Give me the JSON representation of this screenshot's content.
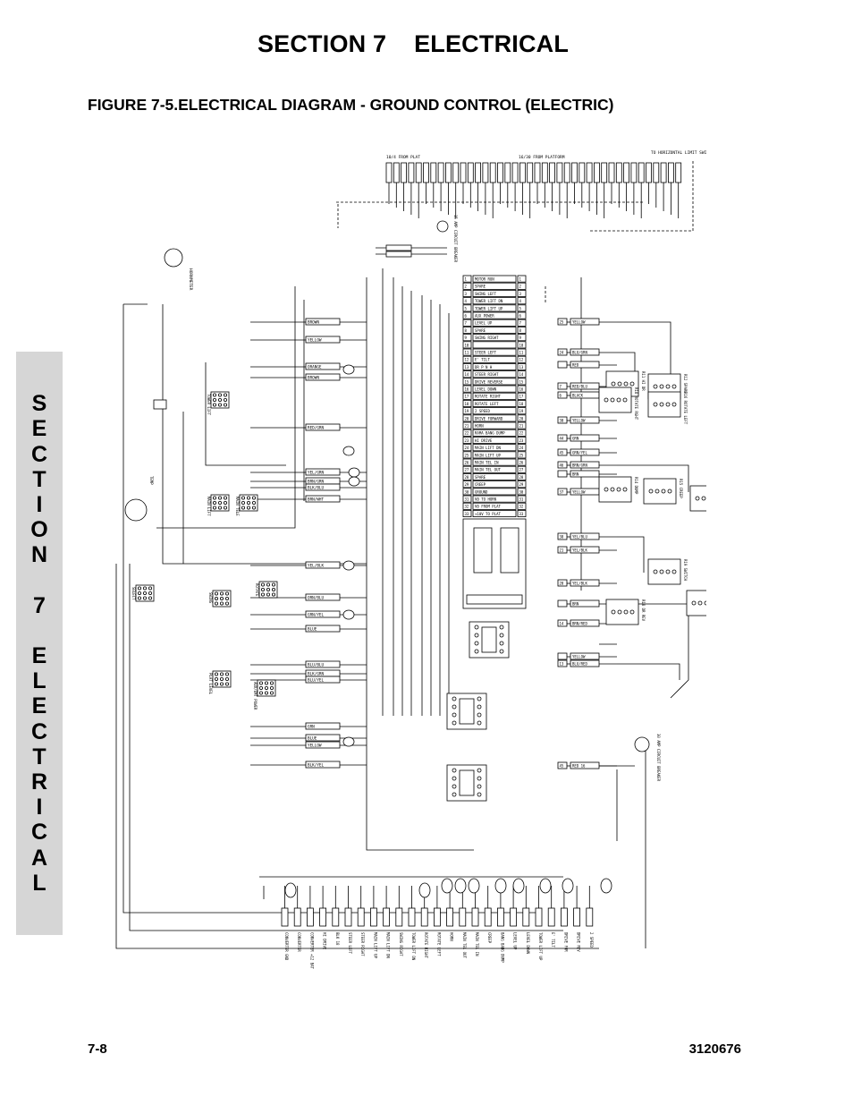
{
  "header": {
    "section_title": "SECTION 7    ELECTRICAL",
    "figure_title": "FIGURE 7-5.ELECTRICAL DIAGRAM - GROUND CONTROL (ELECTRIC)"
  },
  "side_tab": {
    "letters": [
      "S",
      "E",
      "C",
      "T",
      "I",
      "O",
      "N",
      "",
      "7",
      "",
      "E",
      "L",
      "E",
      "C",
      "T",
      "R",
      "I",
      "C",
      "A",
      "L"
    ]
  },
  "footer": {
    "page_number": "7-8",
    "document_number": "3120676"
  },
  "diagram": {
    "top_labels": {
      "from_plat": "10/4 FROM PLAT",
      "from_platform": "16/30 FROM PLATFORM",
      "limit_switch": "TO HORIZONTAL LIMIT SWITCH"
    },
    "breaker_15": "15 AMP CIRCUIT BREAKER",
    "breaker_30": "30 AMP CIRCUIT BREAKER",
    "terminal_strip": [
      {
        "n": "1",
        "label": "MOTOR RUN"
      },
      {
        "n": "2",
        "label": "SPARE"
      },
      {
        "n": "3",
        "label": "SWING LEFT"
      },
      {
        "n": "4",
        "label": "TOWER LIFT DN"
      },
      {
        "n": "5",
        "label": "TOWER LIFT UP"
      },
      {
        "n": "6",
        "label": "AUX POWER"
      },
      {
        "n": "7",
        "label": "LEVEL UP"
      },
      {
        "n": "8",
        "label": "SPARE"
      },
      {
        "n": "9",
        "label": "SWING RIGHT"
      },
      {
        "n": "10",
        "label": ""
      },
      {
        "n": "11",
        "label": "STEER LEFT"
      },
      {
        "n": "12",
        "label": "E' TILT"
      },
      {
        "n": "13",
        "label": "DR P N H"
      },
      {
        "n": "14",
        "label": "STEER RIGHT"
      },
      {
        "n": "15",
        "label": "DRIVE REVERSE"
      },
      {
        "n": "16",
        "label": "LEVEL DOWN"
      },
      {
        "n": "17",
        "label": "ROTATE RIGHT"
      },
      {
        "n": "18",
        "label": "ROTATE LEFT"
      },
      {
        "n": "19",
        "label": "2 SPEED"
      },
      {
        "n": "20",
        "label": "DRIVE FORWARD"
      },
      {
        "n": "21",
        "label": "HORN"
      },
      {
        "n": "22",
        "label": "RAMA BANG DUMP"
      },
      {
        "n": "23",
        "label": "HI DRIVE"
      },
      {
        "n": "24",
        "label": "MAIN LIFT DN"
      },
      {
        "n": "25",
        "label": "MAIN LIFT UP"
      },
      {
        "n": "26",
        "label": "MAIN TEL IN"
      },
      {
        "n": "27",
        "label": "MAIN TEL OUT"
      },
      {
        "n": "28",
        "label": "SPARE"
      },
      {
        "n": "29",
        "label": "CREEP"
      },
      {
        "n": "30",
        "label": "GROUND"
      },
      {
        "n": "31",
        "label": "V0 TO HORN"
      },
      {
        "n": "32",
        "label": "V0 FROM PLAT"
      },
      {
        "n": "33",
        "label": "+10V TO PLAT"
      }
    ],
    "left_wires": [
      {
        "label": "BROWN"
      },
      {
        "label": "YELLOW"
      },
      {
        "label": "ORANGE"
      },
      {
        "label": "BROWN"
      },
      {
        "label": "RED/GRN"
      },
      {
        "label": "YEL/GRN"
      },
      {
        "label": "BRN/GRN"
      },
      {
        "label": "BLK/BLU"
      },
      {
        "label": "BRN/WHT"
      },
      {
        "label": "YEL/BLK"
      },
      {
        "label": "ORN/BLU"
      },
      {
        "label": "GRN/YEL"
      },
      {
        "label": "BLUE"
      },
      {
        "label": "BLU/BLU"
      },
      {
        "label": "BLK/GRN"
      },
      {
        "label": "BLU/YEL"
      },
      {
        "label": "GRN"
      },
      {
        "label": "BLUE"
      },
      {
        "label": "YELLOW"
      },
      {
        "label": "BLK/YEL"
      }
    ],
    "right_terminals": [
      {
        "n": "25",
        "wire": "YELLOW"
      },
      {
        "n": "24",
        "wire": "BLU/GRN"
      },
      {
        "n": "",
        "wire": "RED"
      },
      {
        "n": "7",
        "wire": "RED/BLU"
      },
      {
        "n": "6",
        "wire": "BLACK"
      },
      {
        "n": "30",
        "wire": "YELLOW"
      },
      {
        "n": "44",
        "wire": "GRN"
      },
      {
        "n": "45",
        "wire": "GRN/YEL"
      },
      {
        "n": "46",
        "wire": "BRN/GRN"
      },
      {
        "n": "",
        "wire": "BRN"
      },
      {
        "n": "37",
        "wire": "YELLOW"
      },
      {
        "n": "38",
        "wire": "YEL/BLU"
      },
      {
        "n": "21",
        "wire": "YEL/BLK"
      },
      {
        "n": "20",
        "wire": "YEL/BLK"
      },
      {
        "n": "",
        "wire": "BRN"
      },
      {
        "n": "14",
        "wire": "BRN/RED"
      },
      {
        "n": "",
        "wire": "YELLOW"
      },
      {
        "n": "13",
        "wire": "BLU/RED"
      },
      {
        "n": "45",
        "wire": "RED 16"
      }
    ],
    "relays": [
      {
        "name": "R11 HI DR"
      },
      {
        "name": "R18 ROTATE RGHT"
      },
      {
        "name": "R12 SPARE"
      },
      {
        "name": "R16 ROTATE LEFT"
      },
      {
        "name": "R13 ISEN ON"
      },
      {
        "name": "R14 DUMP"
      },
      {
        "name": "R15 CREEP"
      },
      {
        "name": "R17 DR FOR"
      },
      {
        "name": "R18 DR REV"
      },
      {
        "name": "R19 SWITCH"
      }
    ],
    "left_components": [
      {
        "label": "HORNMETER"
      },
      {
        "label": "TOWER LIFT"
      },
      {
        "label": "TEMP"
      },
      {
        "label": "MAIN LIFT"
      },
      {
        "label": "MAIN TELE"
      },
      {
        "label": "SWING"
      },
      {
        "label": "ROTATE"
      },
      {
        "label": "SELECT"
      },
      {
        "label": "PLAT LEVEL"
      },
      {
        "label": "AUX/EMT POWER"
      }
    ],
    "bottom_labels": [
      {
        "label": "CONVERTER GND"
      },
      {
        "label": "CONVERTER"
      },
      {
        "label": "CONVERTER +12 BAT"
      },
      {
        "label": "HI DRIVE"
      },
      {
        "label": "BLK 18"
      },
      {
        "label": "STEER LEFT"
      },
      {
        "label": "STEER RIGHT"
      },
      {
        "label": "MAIN LIFT UP"
      },
      {
        "label": "MAIN LIFT DN"
      },
      {
        "label": "SWING RIGHT"
      },
      {
        "label": "TOWER LIFT DN"
      },
      {
        "label": "ROTATE RIGHT"
      },
      {
        "label": "ROTATE LEFT"
      },
      {
        "label": "HORN"
      },
      {
        "label": "MAIN TEL OUT"
      },
      {
        "label": "MAIN TEL IN"
      },
      {
        "label": "CREEP"
      },
      {
        "label": "BANG BANG DUMP"
      },
      {
        "label": "LEVEL UP"
      },
      {
        "label": "LEVEL DOWN"
      },
      {
        "label": "TOWER LIFT UP"
      },
      {
        "label": "E' TILT"
      },
      {
        "label": "DRIVE FOR"
      },
      {
        "label": "DRIVE REV"
      },
      {
        "label": "2 SPEED"
      }
    ]
  }
}
